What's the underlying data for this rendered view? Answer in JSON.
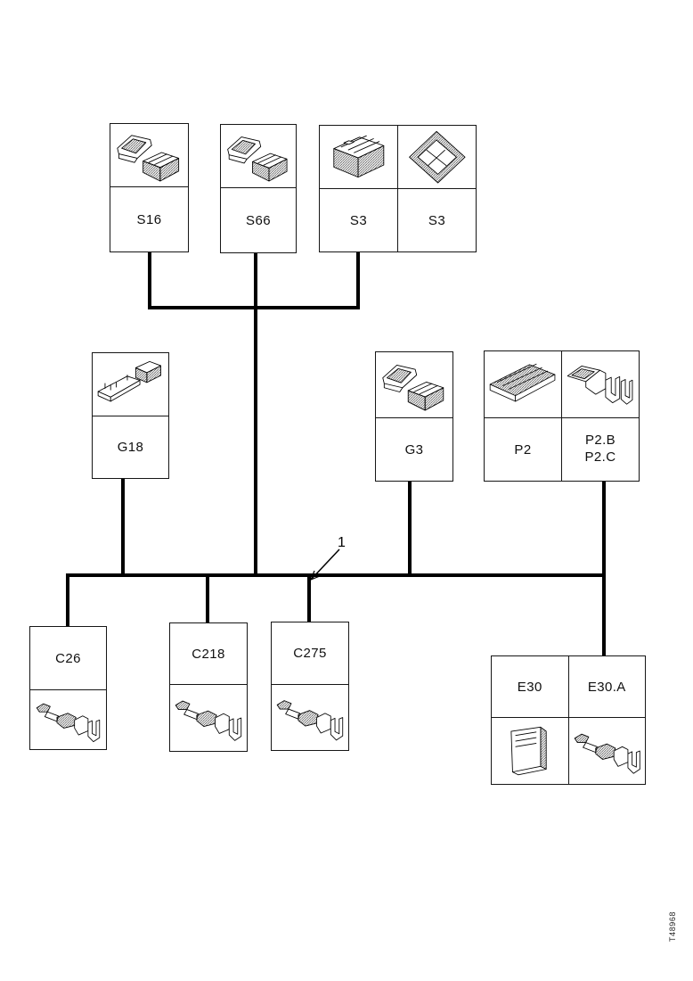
{
  "diagram": {
    "callout": "1",
    "doc_code": "T48968",
    "nodes": {
      "s16": "S16",
      "s66": "S66",
      "s3a": "S3",
      "s3b": "S3",
      "g18": "G18",
      "g3": "G3",
      "p2": "P2",
      "p2b": "P2.B",
      "p2c": "P2.C",
      "c26": "C26",
      "c218": "C218",
      "c275": "C275",
      "e30": "E30",
      "e30a": "E30.A"
    },
    "icons": {
      "s16": "connector-pair-icon",
      "s66": "connector-pair-icon",
      "s3a": "connector-block-icon",
      "s3b": "connector-diamond-icon",
      "g18": "relay-connector-icon",
      "g3": "connector-pair-icon",
      "p2": "pin-strip-connector-icon",
      "p2bc": "bracket-terminal-icon",
      "c26": "wire-terminal-icon",
      "c218": "wire-terminal-icon",
      "c275": "wire-terminal-icon",
      "e30": "module-icon",
      "e30a": "wire-terminal-icon"
    },
    "colors": {
      "line": "#000000",
      "background": "#ffffff",
      "text": "#111111"
    }
  }
}
